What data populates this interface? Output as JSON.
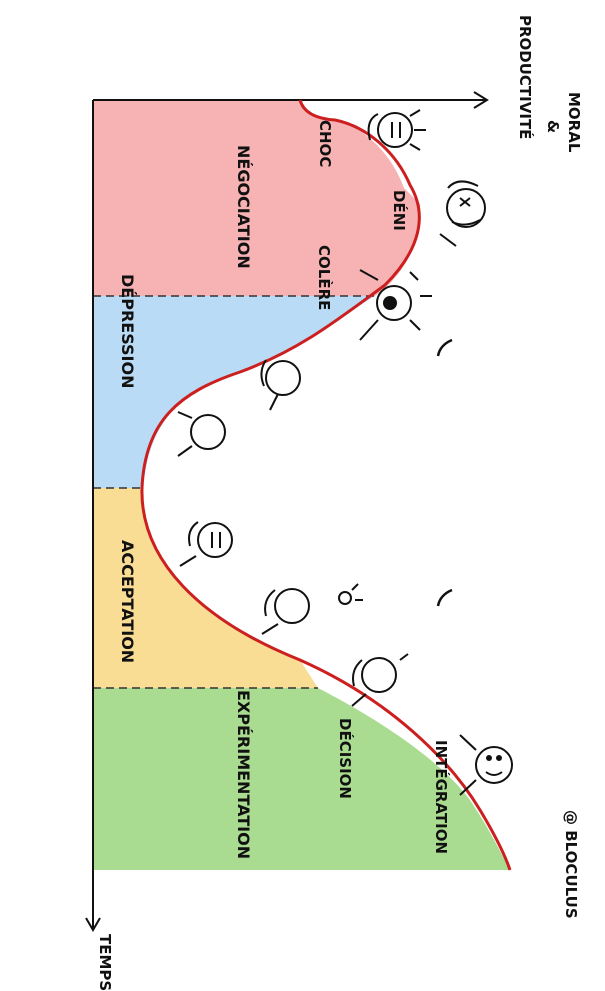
{
  "axes": {
    "y_label_line1": "MORAL",
    "y_label_line2": "&",
    "y_label_line3": "PRODUCTIVITÉ",
    "x_label": "TEMPS"
  },
  "credit": "@ BLOCULUS",
  "phases": {
    "red": "NÉGOCIATION",
    "blue": "DÉPRESSION",
    "yellow": "ACCEPTATION",
    "green": "EXPÉRIMENTATION"
  },
  "stages": {
    "choc": "CHOC",
    "deni": "DÉNI",
    "colere": "COLÈRE",
    "decision": "DÉCISION",
    "integration": "INTÉGRATION"
  },
  "colors": {
    "red_zone": "#f7b3b3",
    "blue_zone": "#b9dbf5",
    "yellow_zone": "#f9dd94",
    "green_zone": "#a9dc90",
    "curve": "#cc1f1f"
  }
}
